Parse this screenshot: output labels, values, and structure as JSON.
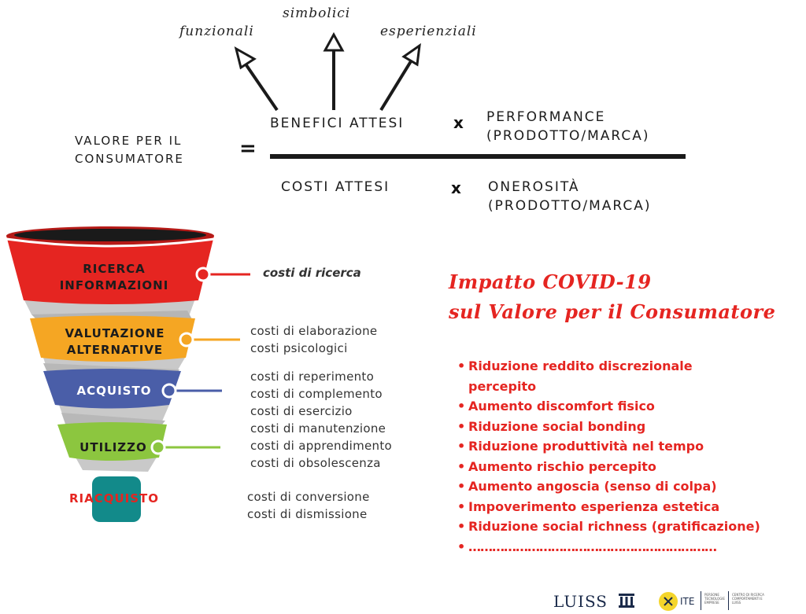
{
  "benefit_types": [
    "funzionali",
    "simbolici",
    "esperienziali"
  ],
  "formula": {
    "lhs": [
      "VALORE PER IL",
      "CONSUMATORE"
    ],
    "equals": "=",
    "numerator_left": "BENEFICI ATTESI",
    "numerator_times": "x",
    "numerator_right": [
      "PERFORMANCE",
      "(PRODOTTO/MARCA)"
    ],
    "denominator_left": "COSTI ATTESI",
    "denominator_times": "x",
    "denominator_right": [
      "ONEROSITÀ",
      "(PRODOTTO/MARCA)"
    ]
  },
  "stages": [
    {
      "label": [
        "RICERCA",
        "INFORMAZIONI"
      ],
      "color": "#e52521",
      "costs": [
        "costi di ricerca"
      ]
    },
    {
      "label": [
        "VALUTAZIONE",
        "ALTERNATIVE"
      ],
      "color": "#f5a623",
      "costs": [
        "costi di elaborazione",
        "costi psicologici"
      ]
    },
    {
      "label": [
        "ACQUISTO"
      ],
      "color": "#4a5ea8",
      "costs": [
        "costi di reperimento",
        "costi di complemento",
        "costi di esercizio",
        "costi di manutenzione",
        "costi di apprendimento",
        "costi di obsolescenza"
      ]
    },
    {
      "label": [
        "UTILIZZO"
      ],
      "color": "#8cc63f",
      "costs": []
    },
    {
      "label": [
        "RIACQUISTO"
      ],
      "color": "#128a8a",
      "costs": [
        "costi di conversione",
        "costi di dismissione"
      ]
    }
  ],
  "covid": {
    "title": [
      "Impatto COVID-19",
      "sul Valore per il Consumatore"
    ],
    "items": [
      "Riduzione reddito discrezionale",
      "percepito",
      "Aumento discomfort fisico",
      "Riduzione social bonding",
      "Riduzione produttività nel tempo",
      "Aumento rischio percepito",
      "Aumento angoscia (senso di colpa)",
      "Impoverimento esperienza estetica",
      "Riduzione social richness (gratificazione)",
      "………………………………………………………"
    ]
  },
  "logos": {
    "luiss": "LUISS",
    "ite": "ITE",
    "ite_small": [
      "PERSONE",
      "TECNOLOGIE",
      "EMPRESE"
    ],
    "ite_small2": [
      "CENTRO DI RICERCA",
      "COMPORTAMENTI E",
      "LUISS"
    ]
  },
  "colors": {
    "accent_red": "#e52521",
    "funnel_gray": "#c9c9c9",
    "ite_yellow": "#f4d52b"
  }
}
